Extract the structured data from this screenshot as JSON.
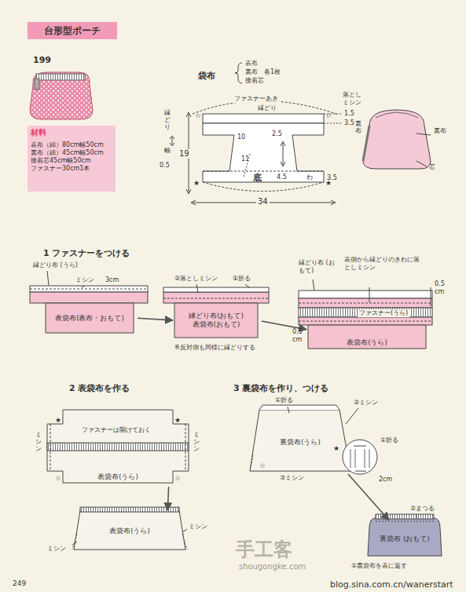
{
  "diagram": {
    "title": "台形型ポーチ",
    "nodes": [
      {
        "text": [
          "台形型ポーチ"
        ]
      },
      {
        "text": [
          "材料",
          "表布（綿）80cm幅50cm",
          "裏布（綿）45cm幅50cm",
          "接着芯45cm幅50cm",
          "ファスナー30cm1本"
        ]
      },
      {
        "text": [
          "表袋布(表布・おもて)"
        ]
      },
      {
        "text": [
          "縁どり布(おもて)",
          "表袋布(おもて)"
        ]
      },
      {
        "text": [
          "表袋布(うら)"
        ]
      },
      {
        "text": [
          "表袋布(うら)"
        ]
      },
      {
        "text": [
          "表袋布(うら)"
        ]
      },
      {
        "text": [
          "裏袋布(うら)"
        ]
      },
      {
        "text": [
          "裏袋布 (おもて)"
        ]
      }
    ],
    "edges": [
      {
        "from": 2,
        "to": 3,
        "arrow": "to"
      },
      {
        "from": 3,
        "to": 4,
        "arrow": "to"
      },
      {
        "from": 5,
        "to": 6,
        "arrow": "to"
      },
      {
        "from": 7,
        "to": 8,
        "arrow": "to"
      }
    ],
    "labels": [
      "199",
      "袋布",
      "表布",
      "裏布　各1枚",
      "接着芯",
      "ファスナーあき",
      "縁どり",
      "1.5",
      "落とし ミシン",
      "3.5",
      "裏布",
      "縁どり",
      "幅",
      "19",
      "0.5",
      "10",
      "2.5",
      "11",
      "底",
      "4.5",
      "わ",
      "3.5",
      "34",
      "裏布",
      "芯",
      "1 ファスナーをつける",
      "縁どり布 (うら)",
      "ミシン",
      "3cm",
      "②落としミシン",
      "①折る",
      "※反対側も同様に縁どりする",
      "縁どり布 (おもて)",
      "表側から縁どりのきわに落としミシン",
      "0.5 cm",
      "0.5 cm",
      "ファスナー(うら)",
      "2 表袋布を作る",
      "ファスナーは開けておく",
      "ミシン",
      "ミシン",
      "ミシン",
      "ミシン",
      "3 裏袋布を作り、つける",
      "①折る",
      "②ミシン",
      "③ミシン",
      "①折る",
      "2cm",
      "②まつる",
      "①裏袋布を表に返す",
      "249",
      "手工客",
      "shougongke.com",
      "blog.sina.com.cn/wanerstart"
    ]
  }
}
